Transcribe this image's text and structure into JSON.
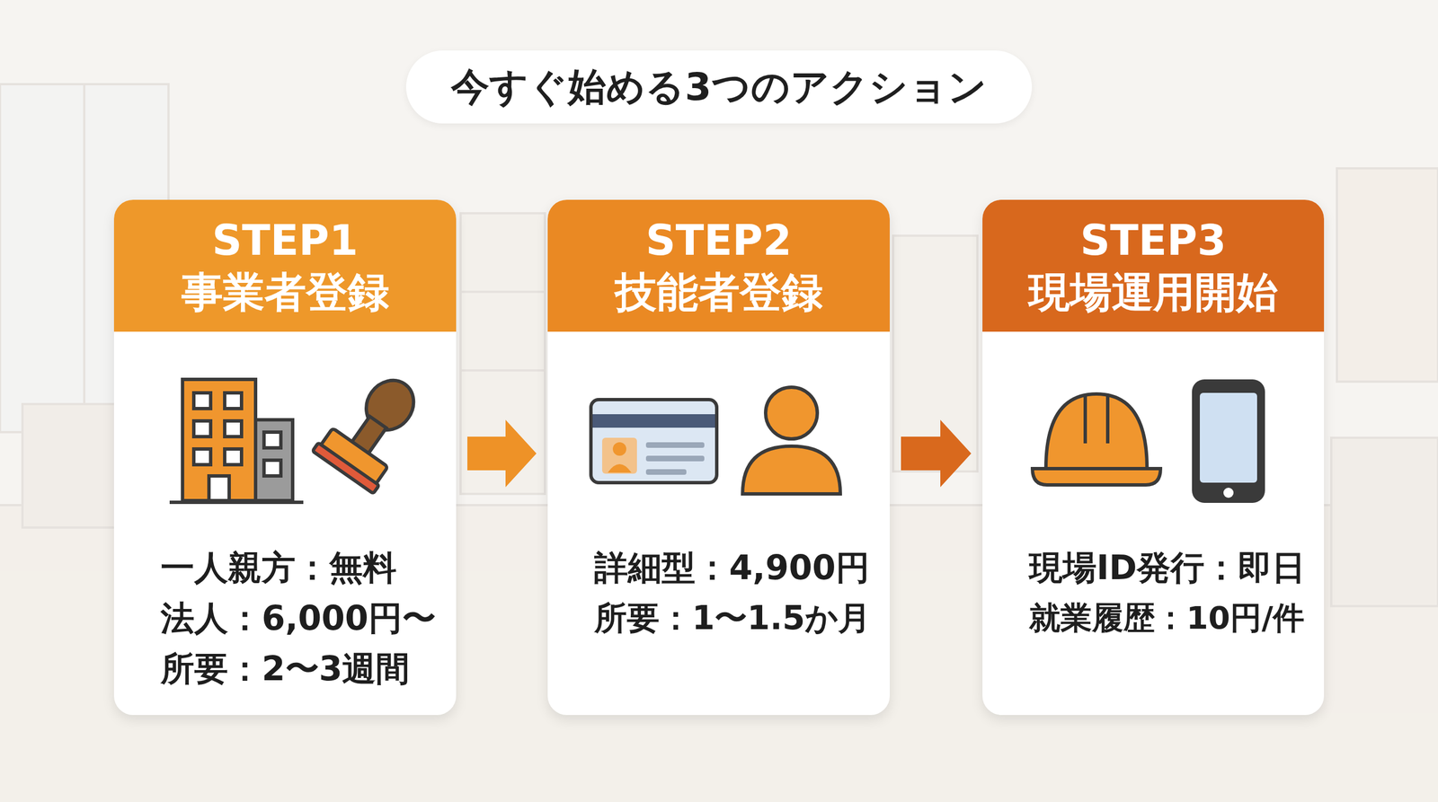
{
  "diagram": {
    "title": "今すぐ始める3つのアクション",
    "nodes": [
      {
        "text": [
          "STEP1",
          "事業者登録",
          "一人親方：無料",
          "法人：6,000円〜",
          "所要：2〜3週間"
        ]
      },
      {
        "text": [
          "STEP2",
          "技能者登録",
          "詳細型：4,900円",
          "所要：1〜1.5か月"
        ]
      },
      {
        "text": [
          "STEP3",
          "現場運用開始",
          "現場ID発行：即日",
          "就業履歴：10円/件"
        ]
      }
    ],
    "edges": [
      {
        "from": 0,
        "to": 1,
        "arrow": "to"
      },
      {
        "from": 1,
        "to": 2,
        "arrow": "to"
      }
    ]
  }
}
